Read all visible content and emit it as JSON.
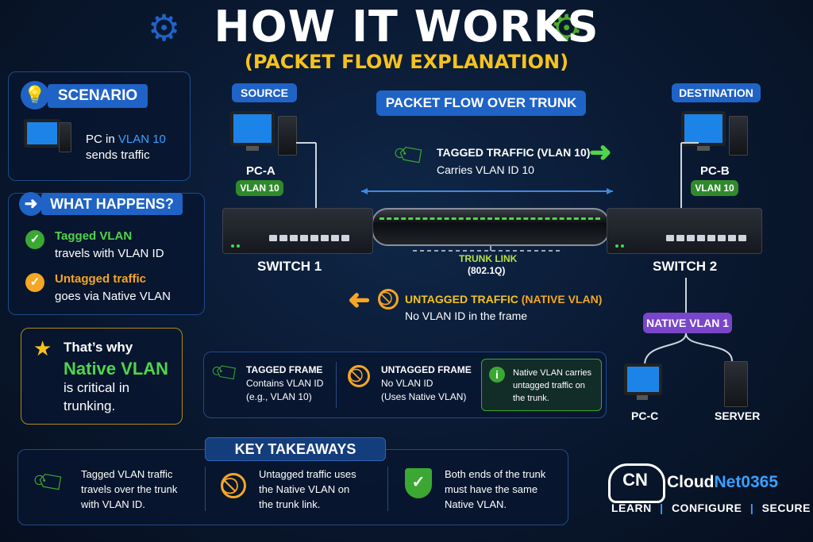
{
  "header": {
    "title": "HOW IT WORKS",
    "subtitle": "(PACKET FLOW EXPLANATION)",
    "gear_left_color": "#1f63c6",
    "gear_right_color": "#4caf2a"
  },
  "scenario": {
    "heading": "SCENARIO",
    "line1_prefix": "PC in ",
    "line1_vlan": "VLAN 10",
    "line2": "sends traffic"
  },
  "what_happens": {
    "heading": "WHAT HAPPENS?",
    "item1_title": "Tagged VLAN",
    "item1_text": "travels with VLAN ID",
    "item2_title": "Untagged traffic",
    "item2_text": "goes via Native VLAN"
  },
  "why": {
    "line1": "That’s why",
    "line2": "Native VLAN",
    "line3": "is critical in",
    "line4": "trunking."
  },
  "diagram": {
    "source_label": "SOURCE",
    "destination_label": "DESTINATION",
    "flow_title": "PACKET FLOW OVER TRUNK",
    "pc_a": "PC-A",
    "pc_a_vlan": "VLAN 10",
    "pc_b": "PC-B",
    "pc_b_vlan": "VLAN 10",
    "switch1": "SWITCH 1",
    "switch2": "SWITCH 2",
    "tagged_title": "TAGGED TRAFFIC (VLAN 10)",
    "tagged_text": "Carries VLAN ID 10",
    "trunk_label": "TRUNK LINK",
    "trunk_proto": "(802.1Q)",
    "untagged_title_a": "UNTAGGED TRAFFIC ",
    "untagged_title_b": "(NATIVE VLAN)",
    "untagged_text": "No VLAN ID in the frame",
    "native_vlan": "NATIVE VLAN 1",
    "pc_c": "PC-C",
    "server": "SERVER"
  },
  "frames": {
    "tagged_title": "TAGGED FRAME",
    "tagged_l1": "Contains VLAN ID",
    "tagged_l2": "(e.g., VLAN 10)",
    "untagged_title": "UNTAGGED FRAME",
    "untagged_l1": "No VLAN ID",
    "untagged_l2": "(Uses Native VLAN)",
    "note_l1": "Native VLAN carries",
    "note_l2": "untagged traffic on",
    "note_l3": "the trunk."
  },
  "takeaways": {
    "heading": "KEY TAKEAWAYS",
    "t1": [
      "Tagged VLAN traffic",
      "travels over the trunk",
      "with VLAN ID."
    ],
    "t2": [
      "Untagged traffic uses",
      "the Native VLAN on",
      "the trunk link."
    ],
    "t3": [
      "Both ends of the trunk",
      "must have the same",
      "Native VLAN."
    ]
  },
  "brand": {
    "logo_letters": "CN",
    "name_a": "Cloud",
    "name_b": "Net0365",
    "learn": "LEARN",
    "sep1": "|",
    "configure": "CONFIGURE",
    "sep2": "|",
    "secure": "SECURE"
  },
  "colors": {
    "accent_blue": "#1f63c6",
    "accent_green": "#4fd64a",
    "accent_orange": "#f5a623",
    "accent_yellow": "#f6c21c",
    "accent_purple": "#7a46c9"
  }
}
